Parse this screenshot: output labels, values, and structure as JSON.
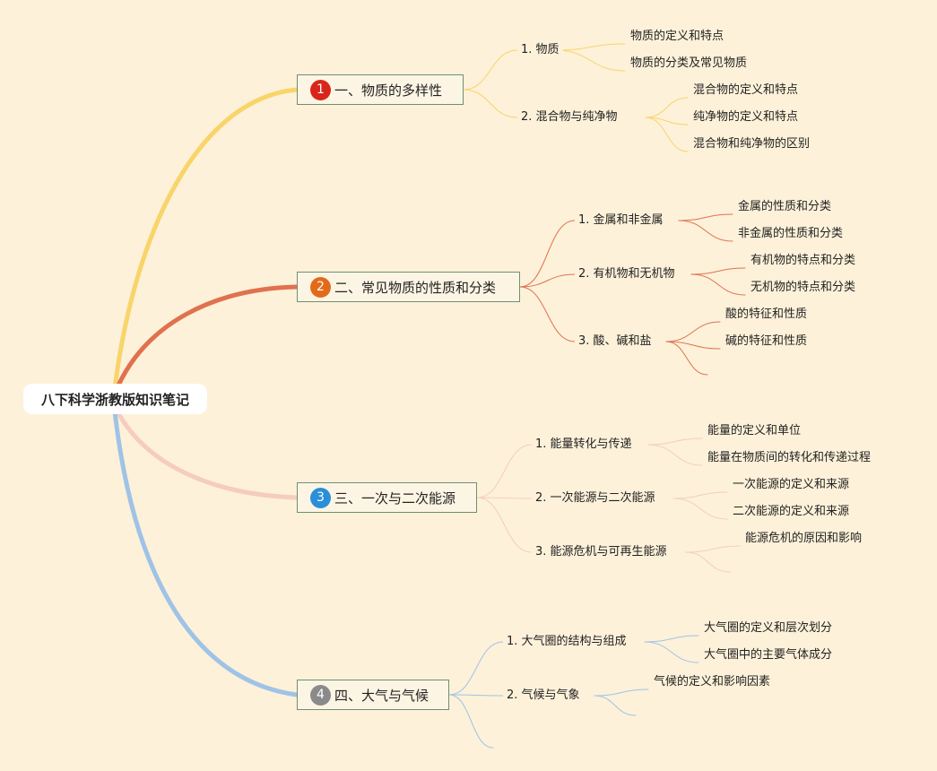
{
  "root": {
    "title": "八下科学浙教版知识笔记"
  },
  "colors": {
    "b1": "#f8d46a",
    "b2": "#e0714f",
    "b3": "#f6ccc0",
    "b4": "#9fc3e6",
    "n1": "#d8261b",
    "n2": "#e26b1a",
    "n3": "#2a8fd9",
    "n4": "#8a8a8a"
  },
  "branches": [
    {
      "num": "1",
      "title": "一、物质的多样性",
      "subs": [
        {
          "label": "1. 物质",
          "leaves": [
            "物质的定义和特点",
            "物质的分类及常见物质"
          ]
        },
        {
          "label": "2. 混合物与纯净物",
          "leaves": [
            "混合物的定义和特点",
            "纯净物的定义和特点",
            "混合物和纯净物的区别"
          ]
        }
      ]
    },
    {
      "num": "2",
      "title": "二、常见物质的性质和分类",
      "subs": [
        {
          "label": "1. 金属和非金属",
          "leaves": [
            "金属的性质和分类",
            "非金属的性质和分类"
          ]
        },
        {
          "label": "2. 有机物和无机物",
          "leaves": [
            "有机物的特点和分类",
            "无机物的特点和分类"
          ]
        },
        {
          "label": "3. 酸、碱和盐",
          "leaves": [
            "酸的特征和性质",
            "碱的特征和性质"
          ]
        }
      ]
    },
    {
      "num": "3",
      "title": "三、一次与二次能源",
      "subs": [
        {
          "label": "1. 能量转化与传递",
          "leaves": [
            "能量的定义和单位",
            "能量在物质间的转化和传递过程"
          ]
        },
        {
          "label": "2. 一次能源与二次能源",
          "leaves": [
            "一次能源的定义和来源",
            "二次能源的定义和来源"
          ]
        },
        {
          "label": "3. 能源危机与可再生能源",
          "leaves": [
            "能源危机的原因和影响"
          ]
        }
      ]
    },
    {
      "num": "4",
      "title": "四、大气与气候",
      "subs": [
        {
          "label": "1. 大气圈的结构与组成",
          "leaves": [
            "大气圈的定义和层次划分",
            "大气圈中的主要气体成分"
          ]
        },
        {
          "label": "2. 气候与气象",
          "leaves": [
            "气候的定义和影响因素"
          ]
        }
      ]
    }
  ]
}
